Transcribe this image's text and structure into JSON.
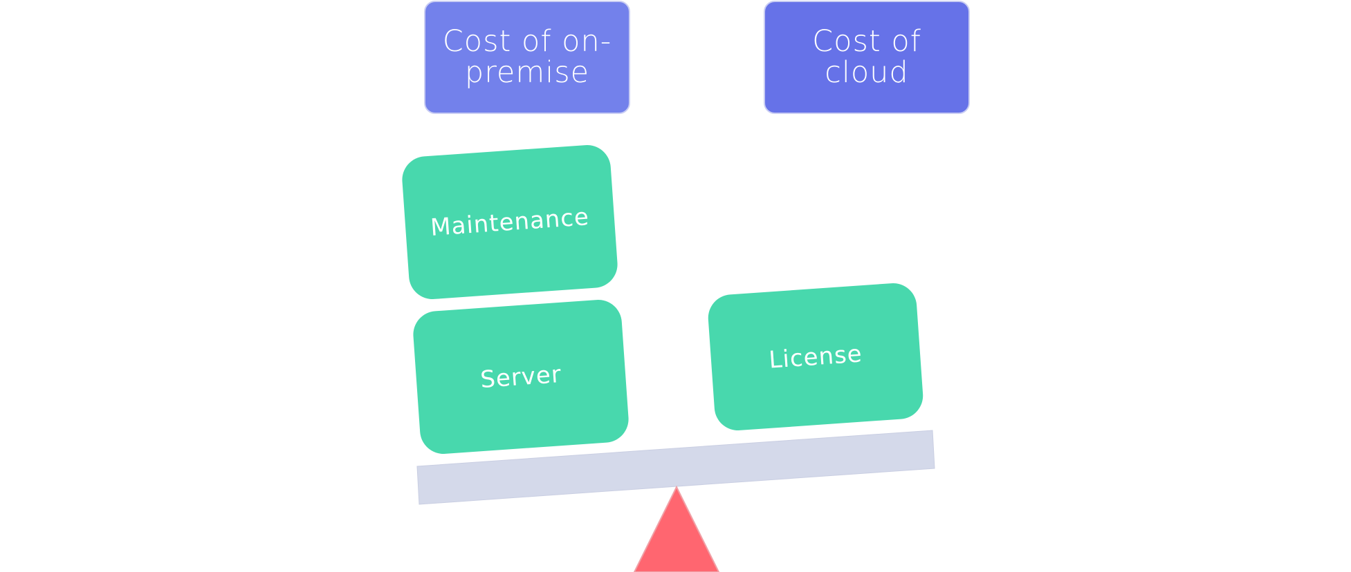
{
  "diagram": {
    "headers": {
      "on_premise": "Cost of on-premise",
      "cloud": "Cost of cloud"
    },
    "weights": {
      "maintenance": "Maintenance",
      "server": "Server",
      "license": "License"
    },
    "colors": {
      "header_on_premise": "#7381eb",
      "header_cloud": "#6672e8",
      "weight": "#48d8ad",
      "beam": "#d4d9ea",
      "fulcrum": "#ff6670"
    }
  }
}
